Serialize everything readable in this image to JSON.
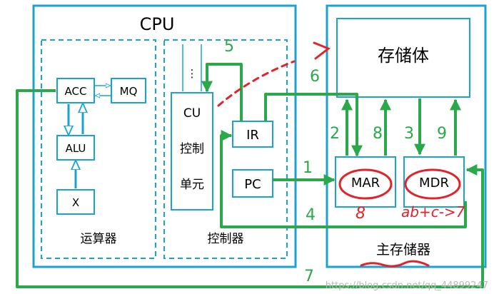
{
  "cpu": {
    "title": "CPU",
    "alu_group_label": "运算器",
    "control_group_label": "控制器",
    "acc": "ACC",
    "mq": "MQ",
    "alu": "ALU",
    "x": "X",
    "cu": [
      "CU",
      "控制",
      "单元"
    ],
    "cu_dots": "⋮",
    "ir": "IR",
    "pc": "PC"
  },
  "memory": {
    "storage_body": "存储体",
    "mar": "MAR",
    "mdr": "MDR",
    "title": "主存储器"
  },
  "steps": [
    "1",
    "2",
    "3",
    "4",
    "5",
    "6",
    "7",
    "8",
    "9"
  ],
  "annotations": {
    "mar_note": "8",
    "mdr_note": "ab+c->7"
  },
  "watermark": "https://blog.csdn.net/qq_44899247",
  "colors": {
    "block_border": "#1aa3cf",
    "arrow": "#2aa84a",
    "annotation": "#e0242b"
  }
}
